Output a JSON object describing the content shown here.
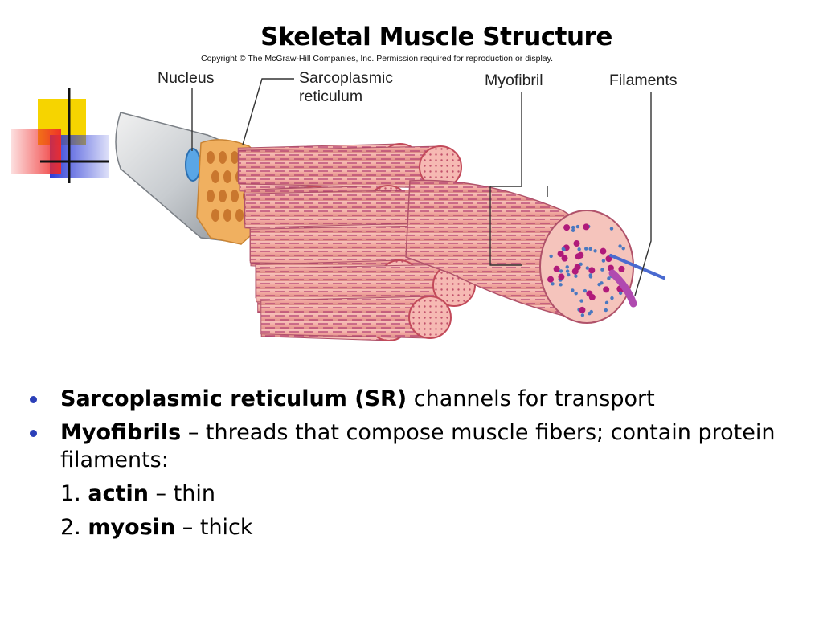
{
  "title": "Skeletal Muscle Structure",
  "copyright": "Copyright © The McGraw-Hill Companies, Inc. Permission required for reproduction or display.",
  "labels": {
    "nucleus": "Nucleus",
    "sr": "Sarcoplasmic reticulum",
    "myofibril": "Myofibril",
    "filaments": "Filaments"
  },
  "bullets": [
    {
      "term": "Sarcoplasmic reticulum (SR)",
      "text": " channels for transport"
    },
    {
      "term": "Myofibrils",
      "text": " – threads that compose muscle fibers; contain protein filaments:"
    }
  ],
  "sub_items": [
    {
      "prefix": "1. ",
      "term": "actin",
      "text": " – thin"
    },
    {
      "prefix": "2. ",
      "term": "myosin",
      "text": " – thick"
    }
  ],
  "colors": {
    "deco_yellow": "#f6d400",
    "deco_red": "#ee2a2a",
    "deco_blue": "#2b3ad6",
    "bullet": "#2b3fb8",
    "fiber_pink": "#f2a8a0",
    "fiber_dark": "#c24a5a",
    "sr_tan": "#f0b060",
    "dot_magenta": "#b01a7a",
    "dot_blue": "#4a78c0"
  }
}
